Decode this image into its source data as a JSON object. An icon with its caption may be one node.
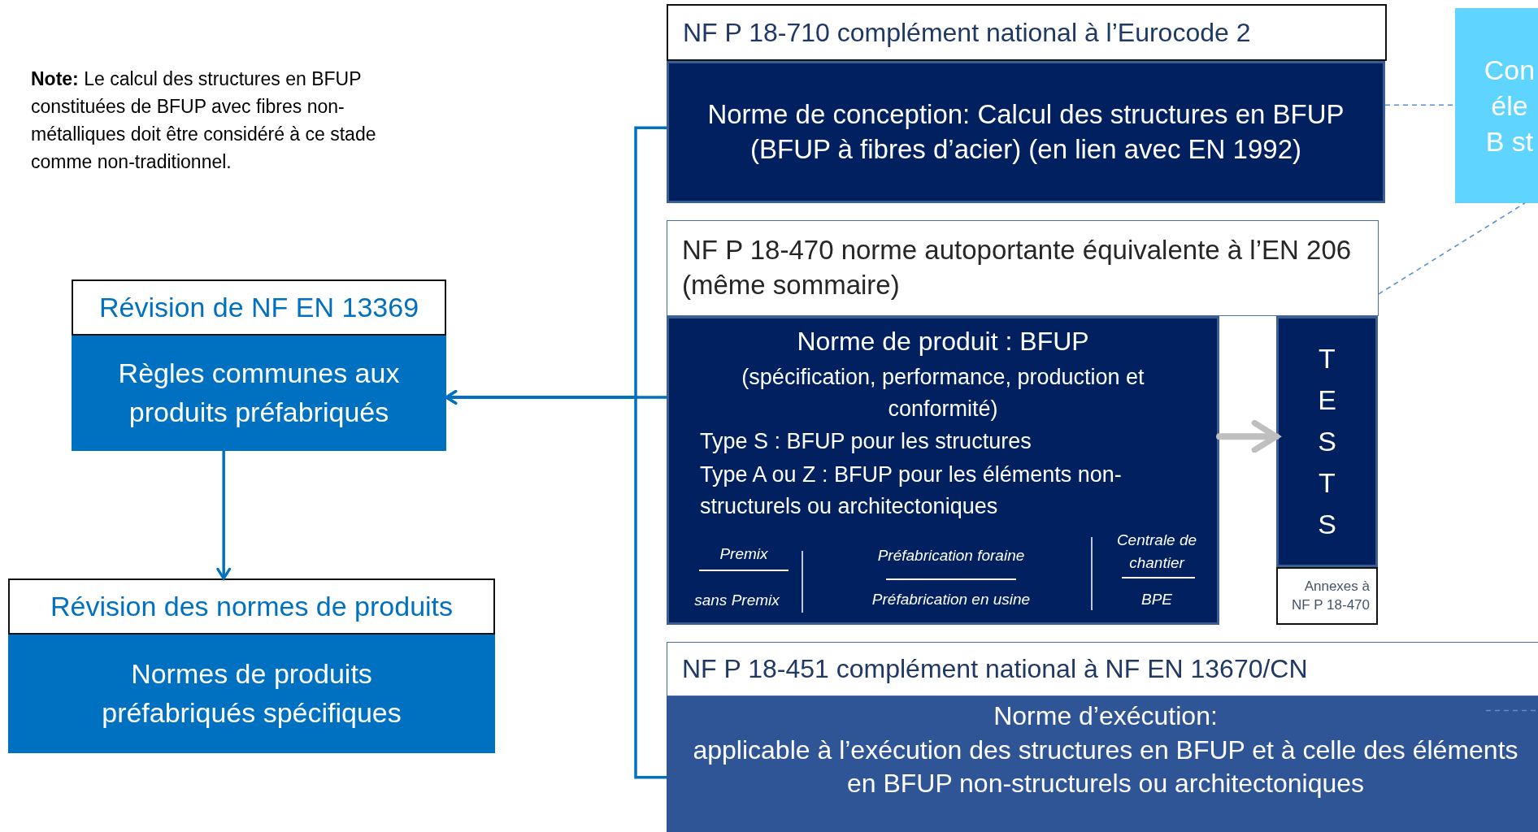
{
  "diagram": {
    "nodes": [
      {
        "text": [
          "NF  P 18-710 complément national à l’Eurocode 2"
        ]
      },
      {
        "text": [
          "Norme de conception:  Calcul des structures en BFUP (BFUP à fibres d’acier) (en lien avec EN 1992)"
        ]
      },
      {
        "text": [
          "NF P 18-470 norme autoportante équivalente à l’EN 206 (même sommaire)"
        ]
      },
      {
        "text": [
          "Norme de produit :  BFUP",
          "(spécification, performance, production et conformité)",
          "Type S : BFUP pour les  structures",
          "Type A ou Z : BFUP pour les éléments non-structurels ou architectoniques",
          "Premix",
          "sans Premix",
          "Préfabrication foraine",
          "Préfabrication en usine",
          "Centrale de chantier",
          "BPE"
        ]
      },
      {
        "text": [
          "TESTS"
        ]
      },
      {
        "text": [
          "Annexes à NF P 18-470"
        ]
      },
      {
        "text": [
          "Révision de NF EN 13369"
        ]
      },
      {
        "text": [
          "Règles communes aux produits préfabriqués"
        ]
      },
      {
        "text": [
          "Révision des normes de produits"
        ]
      },
      {
        "text": [
          "Normes de produits préfabriqués spécifiques"
        ]
      },
      {
        "text": [
          "NF  P 18-451 complément national à NF EN 13670/CN"
        ]
      },
      {
        "text": [
          "Norme d’exécution:",
          "applicable à l’exécution des structures en BFUP et à celle des éléments en BFUP non-structurels ou architectoniques"
        ]
      },
      {
        "text": [
          "Con éle B st"
        ]
      }
    ],
    "edges": [
      {
        "from": 1,
        "to": 7,
        "arrow": "to"
      },
      {
        "from": 3,
        "to": 7,
        "arrow": "to"
      },
      {
        "from": 11,
        "to": 7,
        "arrow": "to"
      },
      {
        "from": 7,
        "to": 8,
        "arrow": "to"
      },
      {
        "from": 3,
        "to": 4,
        "arrow": "to",
        "style": "thick",
        "color": "#bfbfbf"
      },
      {
        "from": 1,
        "to": 12,
        "arrow": "none",
        "style": "dashed",
        "color": "#5b8fd6"
      },
      {
        "from": 2,
        "to": 12,
        "arrow": "none",
        "style": "dashed",
        "color": "#5b8fd6"
      },
      {
        "from": 11,
        "to": null,
        "arrow": "none",
        "style": "dashed",
        "color": "#5b8fd6"
      }
    ],
    "labels": [
      "**Note:** Le calcul des structures en BFUP constituées de BFUP avec fibres non-métalliques doit être considéré à ce stade comme non-traditionnel."
    ]
  }
}
